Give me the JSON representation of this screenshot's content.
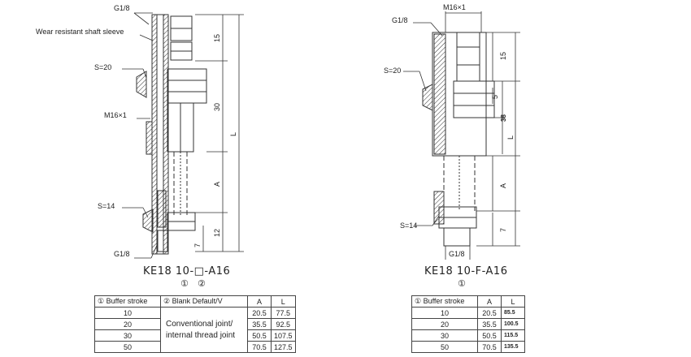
{
  "left_drawing": {
    "labels": {
      "port_top": "G1/8",
      "sleeve": "Wear resistant shaft sleeve",
      "wrench_top": "S=20",
      "thread": "M16×1",
      "wrench_bottom": "S=14",
      "port_bottom": "G1/8"
    },
    "dims": {
      "d15": "15",
      "d30": "30",
      "dL": "L",
      "dA": "A",
      "d12": "12",
      "d7": "7"
    },
    "model": "KE18 10-□-A16",
    "callouts": [
      "①",
      "②"
    ]
  },
  "right_drawing": {
    "labels": {
      "thread": "M16×1",
      "port_top": "G1/8",
      "wrench_top": "S=20",
      "wrench_bottom": "S=14",
      "port_bottom": "G1/8"
    },
    "dims": {
      "d15": "15",
      "d5": "5",
      "d38": "38",
      "dL": "L",
      "dA": "A",
      "d7": "7"
    },
    "model": "KE18 10-F-A16",
    "callouts": [
      "①"
    ]
  },
  "table_left": {
    "headers": [
      "① Buffer stroke",
      "② Blank Default/V",
      "A",
      "L"
    ],
    "joint_text_line1": "Conventional joint/",
    "joint_text_line2": "internal thread joint",
    "rows": [
      {
        "stroke": "10",
        "a": "20.5",
        "l": "77.5"
      },
      {
        "stroke": "20",
        "a": "35.5",
        "l": "92.5"
      },
      {
        "stroke": "30",
        "a": "50.5",
        "l": "107.5"
      },
      {
        "stroke": "50",
        "a": "70.5",
        "l": "127.5"
      }
    ]
  },
  "table_right": {
    "headers": [
      "① Buffer stroke",
      "A",
      "L"
    ],
    "rows": [
      {
        "stroke": "10",
        "a": "20.5",
        "l": "85.5"
      },
      {
        "stroke": "20",
        "a": "35.5",
        "l": "100.5"
      },
      {
        "stroke": "30",
        "a": "50.5",
        "l": "115.5"
      },
      {
        "stroke": "50",
        "a": "70.5",
        "l": "135.5"
      }
    ]
  }
}
